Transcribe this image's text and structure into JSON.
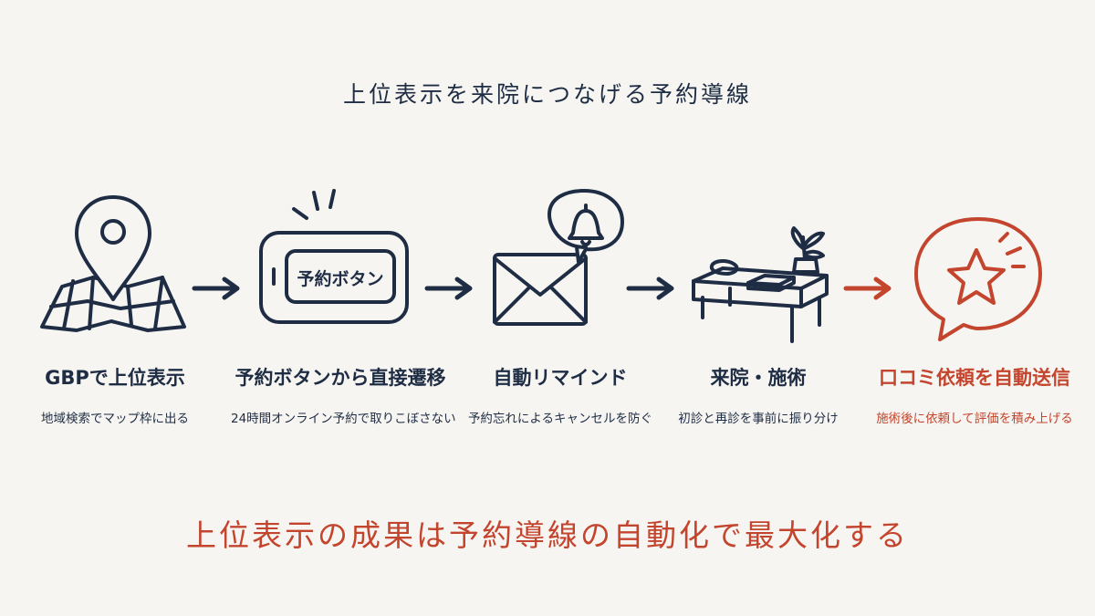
{
  "title": "上位表示を来院につなげる予約導線",
  "steps": [
    {
      "label": "GBPで上位表示",
      "desc": "地域検索でマップ枠に出る",
      "icon": "map-pin-icon"
    },
    {
      "label": "予約ボタンから直接遷移",
      "desc": "24時間オンライン予約で取りこぼさない",
      "icon": "booking-button-icon",
      "button_text": "予約ボタン"
    },
    {
      "label": "自動リマインド",
      "desc": "予約忘れによるキャンセルを防ぐ",
      "icon": "mail-bell-icon"
    },
    {
      "label": "来院・施術",
      "desc": "初診と再診を事前に振り分け",
      "icon": "treatment-bed-icon"
    },
    {
      "label": "口コミ依頼を自動送信",
      "desc": "施術後に依頼して評価を積み上げる",
      "icon": "star-speech-bubble-icon"
    }
  ],
  "footer": "上位表示の成果は予約導線の自動化で最大化する",
  "colors": {
    "ink": "#1f2d44",
    "accent": "#c4452d",
    "background": "#f6f5f2"
  }
}
